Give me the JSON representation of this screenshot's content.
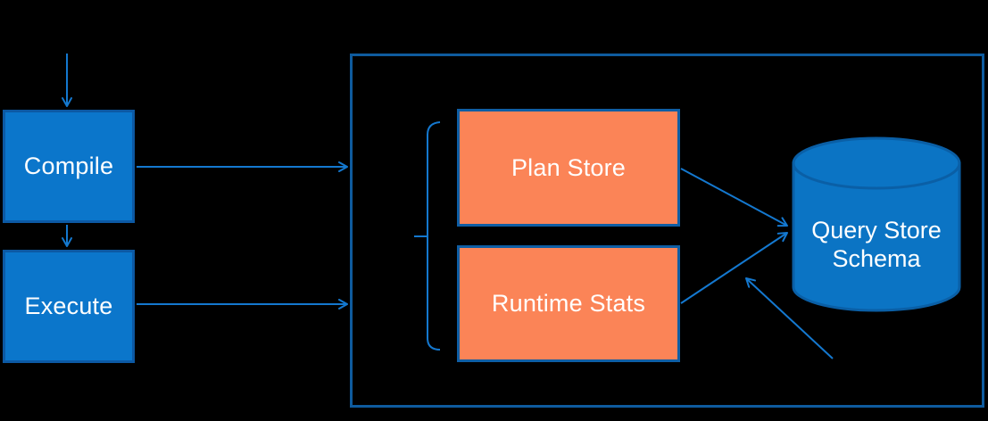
{
  "nodes": {
    "compile": "Compile",
    "execute": "Execute",
    "plan_store": "Plan Store",
    "runtime_stats": "Runtime Stats",
    "query_store_schema": "Query Store Schema"
  },
  "colors": {
    "background": "#000000",
    "box_fill": "#0b76cb",
    "box_border": "#0c59a4",
    "orange_fill": "#fb8457",
    "orange_border": "#0f5ea4",
    "container_border": "#0e5b9e",
    "cylinder_fill": "#0b74c4",
    "cylinder_border": "#0a5fa6",
    "arrow": "#1478cf",
    "text": "#ffffff"
  }
}
